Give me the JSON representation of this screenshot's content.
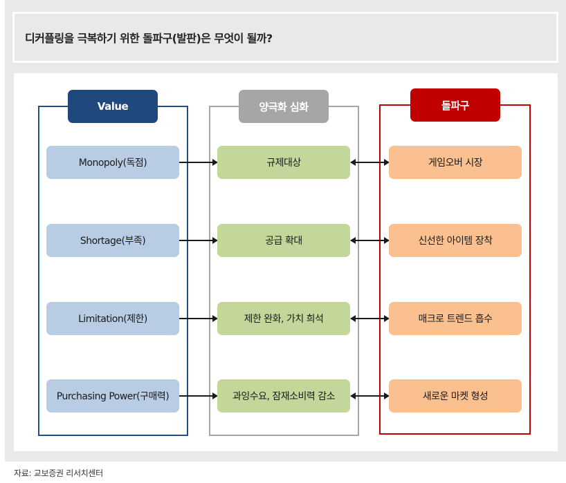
{
  "title": "디커플링을 극복하기 위한 돌파구(발판)은 무엇이 될까?",
  "columns": [
    {
      "header": "Value",
      "color": "#1f497d",
      "items": [
        "Monopoly(독점)",
        "Shortage(부족)",
        "Limitation(제한)",
        "Purchasing Power(구매력)"
      ]
    },
    {
      "header": "양극화 심화",
      "color": "#a6a6a6",
      "items": [
        "규제대상",
        "공급 확대",
        "제한 완화, 가치 희석",
        "과잉수요, 잠재소비력 감소"
      ]
    },
    {
      "header": "돌파구",
      "color": "#c00000",
      "items": [
        "게임오버 시장",
        "신선한 아이템 장착",
        "매크로 트렌드 흡수",
        "새로운 마켓 형성"
      ]
    }
  ],
  "connectors": {
    "value_to_polar": "single-arrow-right",
    "polar_to_break": "double-arrow"
  },
  "box_colors": {
    "value": "#b8cce4",
    "polar": "#c4d79b",
    "break": "#fac090"
  },
  "footer": "자료: 교보증권 리서치센터"
}
